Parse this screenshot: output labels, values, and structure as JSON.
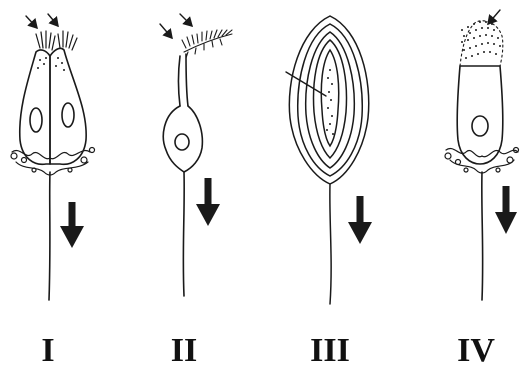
{
  "figure": {
    "panels": [
      {
        "label": "I",
        "icon": "receptor-cell-pair-with-cilia"
      },
      {
        "label": "II",
        "icon": "bipolar-neuron-with-dendrite-tuft"
      },
      {
        "label": "III",
        "icon": "encapsulated-lamellar-corpuscle"
      },
      {
        "label": "IV",
        "icon": "ciliated-cell-with-basal-nerve-net"
      }
    ],
    "colors": {
      "ink": "#1a1a1a",
      "background": "#ffffff"
    }
  }
}
